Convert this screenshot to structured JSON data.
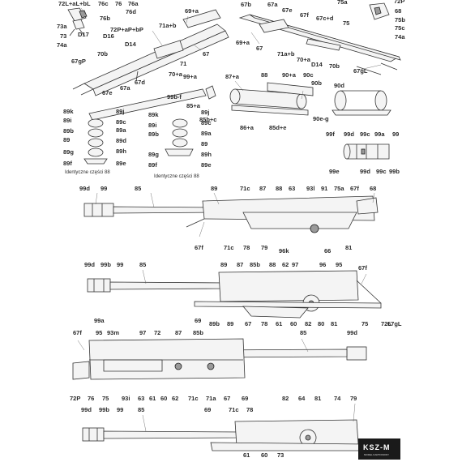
{
  "sheet": {
    "note_left": "Identyczne części 88",
    "note_right": "Identyczne części 88",
    "logo": "KSZ-M",
    "logo_sub": "MODEL KARTONOWY"
  },
  "labels": {
    "top_left": [
      "72L+aL+bL",
      "76c",
      "76",
      "76a",
      "76d",
      "73a",
      "76b",
      "72P+aP+bP",
      "73",
      "D17",
      "D16",
      "74a",
      "70b",
      "D14",
      "67gP",
      "71a+b",
      "69+a",
      "67",
      "71",
      "70+a",
      "67d",
      "67a",
      "67e"
    ],
    "top_right": [
      "67b",
      "67a",
      "67e",
      "67f",
      "67c+d",
      "75a",
      "72P",
      "68",
      "75b",
      "75",
      "75c",
      "74a",
      "69+a",
      "67",
      "71a+b",
      "70+a",
      "D14",
      "70b",
      "67gL"
    ],
    "middle": [
      "99+a",
      "99b-f",
      "87+a",
      "88",
      "90+a",
      "90c",
      "90b",
      "90d",
      "85+a",
      "85b+c",
      "86+a",
      "85d+e",
      "90e-g"
    ],
    "rings_a": [
      "89k",
      "89j",
      "89i",
      "89c",
      "89a",
      "89d",
      "89",
      "89b",
      "89g",
      "89h",
      "89f",
      "89e"
    ],
    "rings_b": [
      "89k",
      "89j",
      "89i",
      "89c",
      "89b",
      "89a",
      "89g",
      "89",
      "89h",
      "89f",
      "89e"
    ],
    "muzzle": [
      "99f",
      "99d",
      "99c",
      "99a",
      "99",
      "99e",
      "99d",
      "99c",
      "99b"
    ],
    "view1": [
      "99d",
      "99",
      "85",
      "89",
      "71c",
      "87",
      "88",
      "63",
      "93l",
      "91",
      "75a",
      "67f",
      "68",
      "67f",
      "71c",
      "78",
      "79",
      "96k",
      "66",
      "81"
    ],
    "view2": [
      "99d",
      "99b",
      "99",
      "85",
      "89",
      "87",
      "85b",
      "88",
      "62",
      "97",
      "96",
      "95",
      "67f",
      "99a",
      "69",
      "89b",
      "89",
      "67",
      "78",
      "61",
      "60",
      "82",
      "80",
      "81",
      "75",
      "72L",
      "67gL"
    ],
    "view3": [
      "67f",
      "95",
      "93m",
      "97",
      "72",
      "87",
      "85b",
      "85",
      "99d",
      "72P",
      "76",
      "75",
      "93i",
      "63",
      "61",
      "60",
      "62",
      "71c",
      "71a",
      "67",
      "69"
    ],
    "view4": [
      "99d",
      "99b",
      "99",
      "85",
      "69",
      "71c",
      "78",
      "82",
      "64",
      "81",
      "74",
      "79",
      "61",
      "60",
      "73"
    ]
  }
}
